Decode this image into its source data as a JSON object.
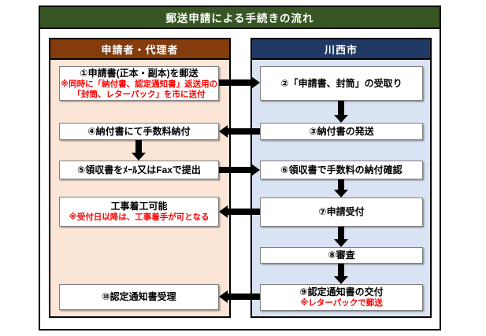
{
  "title": "郵送申請による手続きの流れ",
  "columns": {
    "left": {
      "header": "申請者・代理者"
    },
    "right": {
      "header": "川西市"
    }
  },
  "steps": {
    "s1": {
      "main": "①申請書(正本・副本)を郵送",
      "note1": "※同時に「納付書、認定通知書」返送用の",
      "note2": "「封筒、レターパック」を市に送付"
    },
    "s2": {
      "main": "②「申請書、封筒」の受取り"
    },
    "s3": {
      "main": "③納付書の発送"
    },
    "s4": {
      "main": "④納付書にて手数料納付"
    },
    "s5": {
      "main": "⑤領収書をﾒｰﾙ又はFaxで提出"
    },
    "s6": {
      "main": "⑥領収書で手数料の納付確認"
    },
    "s7": {
      "main": "⑦申請受付"
    },
    "s8": {
      "main": "⑧審査"
    },
    "s9": {
      "main": "⑨認定通知書の交付",
      "note1": "※レターパックで郵送"
    },
    "s10": {
      "main": "⑩認定通知書受理"
    },
    "construction": {
      "main": "工事着工可能",
      "note1": "※受付日以降は、工事着手が可となる"
    }
  },
  "colors": {
    "title_bar_bg": "#375623",
    "left_header_bg": "#843C0C",
    "right_header_bg": "#203864",
    "left_panel_bg": "#FBE5D6",
    "right_panel_bg": "#DAE3F3",
    "note_text": "#FF0000",
    "arrow": "#000000",
    "header_text": "#FFFFFF"
  }
}
